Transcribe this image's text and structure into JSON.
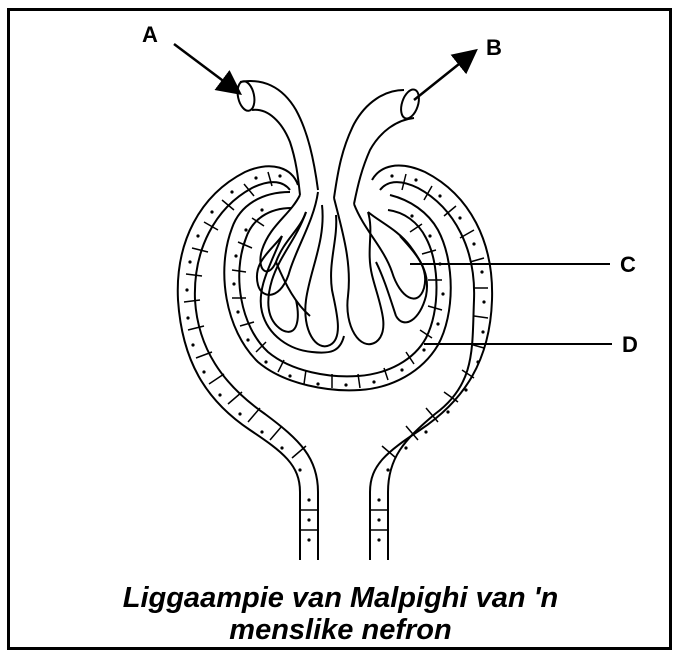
{
  "figure": {
    "labels": {
      "a": "A",
      "b": "B",
      "c": "C",
      "d": "D"
    },
    "caption_line1": "Liggaampie van Malpighi van 'n",
    "caption_line2": "menslike nefron"
  }
}
